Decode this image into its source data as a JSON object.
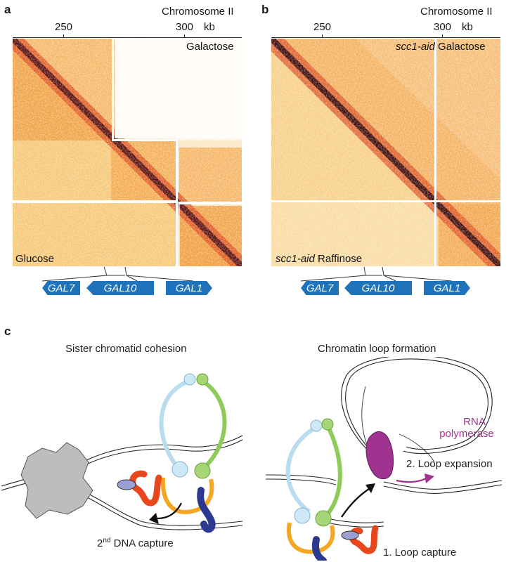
{
  "panel_a": {
    "letter": "a",
    "chromosome": "Chromosome II",
    "ticks": [
      "250",
      "300",
      "kb"
    ],
    "top_label": "Galactose",
    "bottom_label": "Glucose",
    "genes": [
      "GAL7",
      "GAL10",
      "GAL1"
    ]
  },
  "panel_b": {
    "letter": "b",
    "chromosome": "Chromosome II",
    "ticks": [
      "250",
      "300",
      "kb"
    ],
    "top_label_italic": "scc1-aid",
    "top_label_rest": " Galactose",
    "bottom_label_italic": "scc1-aid",
    "bottom_label_rest": " Raffinose",
    "genes": [
      "GAL7",
      "GAL10",
      "GAL1"
    ]
  },
  "panel_c": {
    "letter": "c",
    "left_title": "Sister chromatid cohesion",
    "right_title": "Chromatin loop formation",
    "dna_capture_sup": "nd",
    "dna_capture_pre": "2",
    "dna_capture_rest": " DNA capture",
    "rna_line1": "RNA",
    "rna_line2": "polymerase",
    "loop_expansion": "2. Loop expansion",
    "loop_capture": "1. Loop capture"
  },
  "colors": {
    "gene_blue": "#1f73bb",
    "heat_dark": "#2a0a0a",
    "heat_mid": "#e04b1a",
    "heat_light": "#f6c46a",
    "smc_blue": "#b9dcee",
    "smc_green": "#8ecb5a",
    "smc_orange": "#f5a623",
    "kleisin_red": "#e8461c",
    "hinge_navy": "#2b3990",
    "pol_purple": "#a0338f",
    "text_purple": "#a0338f"
  }
}
